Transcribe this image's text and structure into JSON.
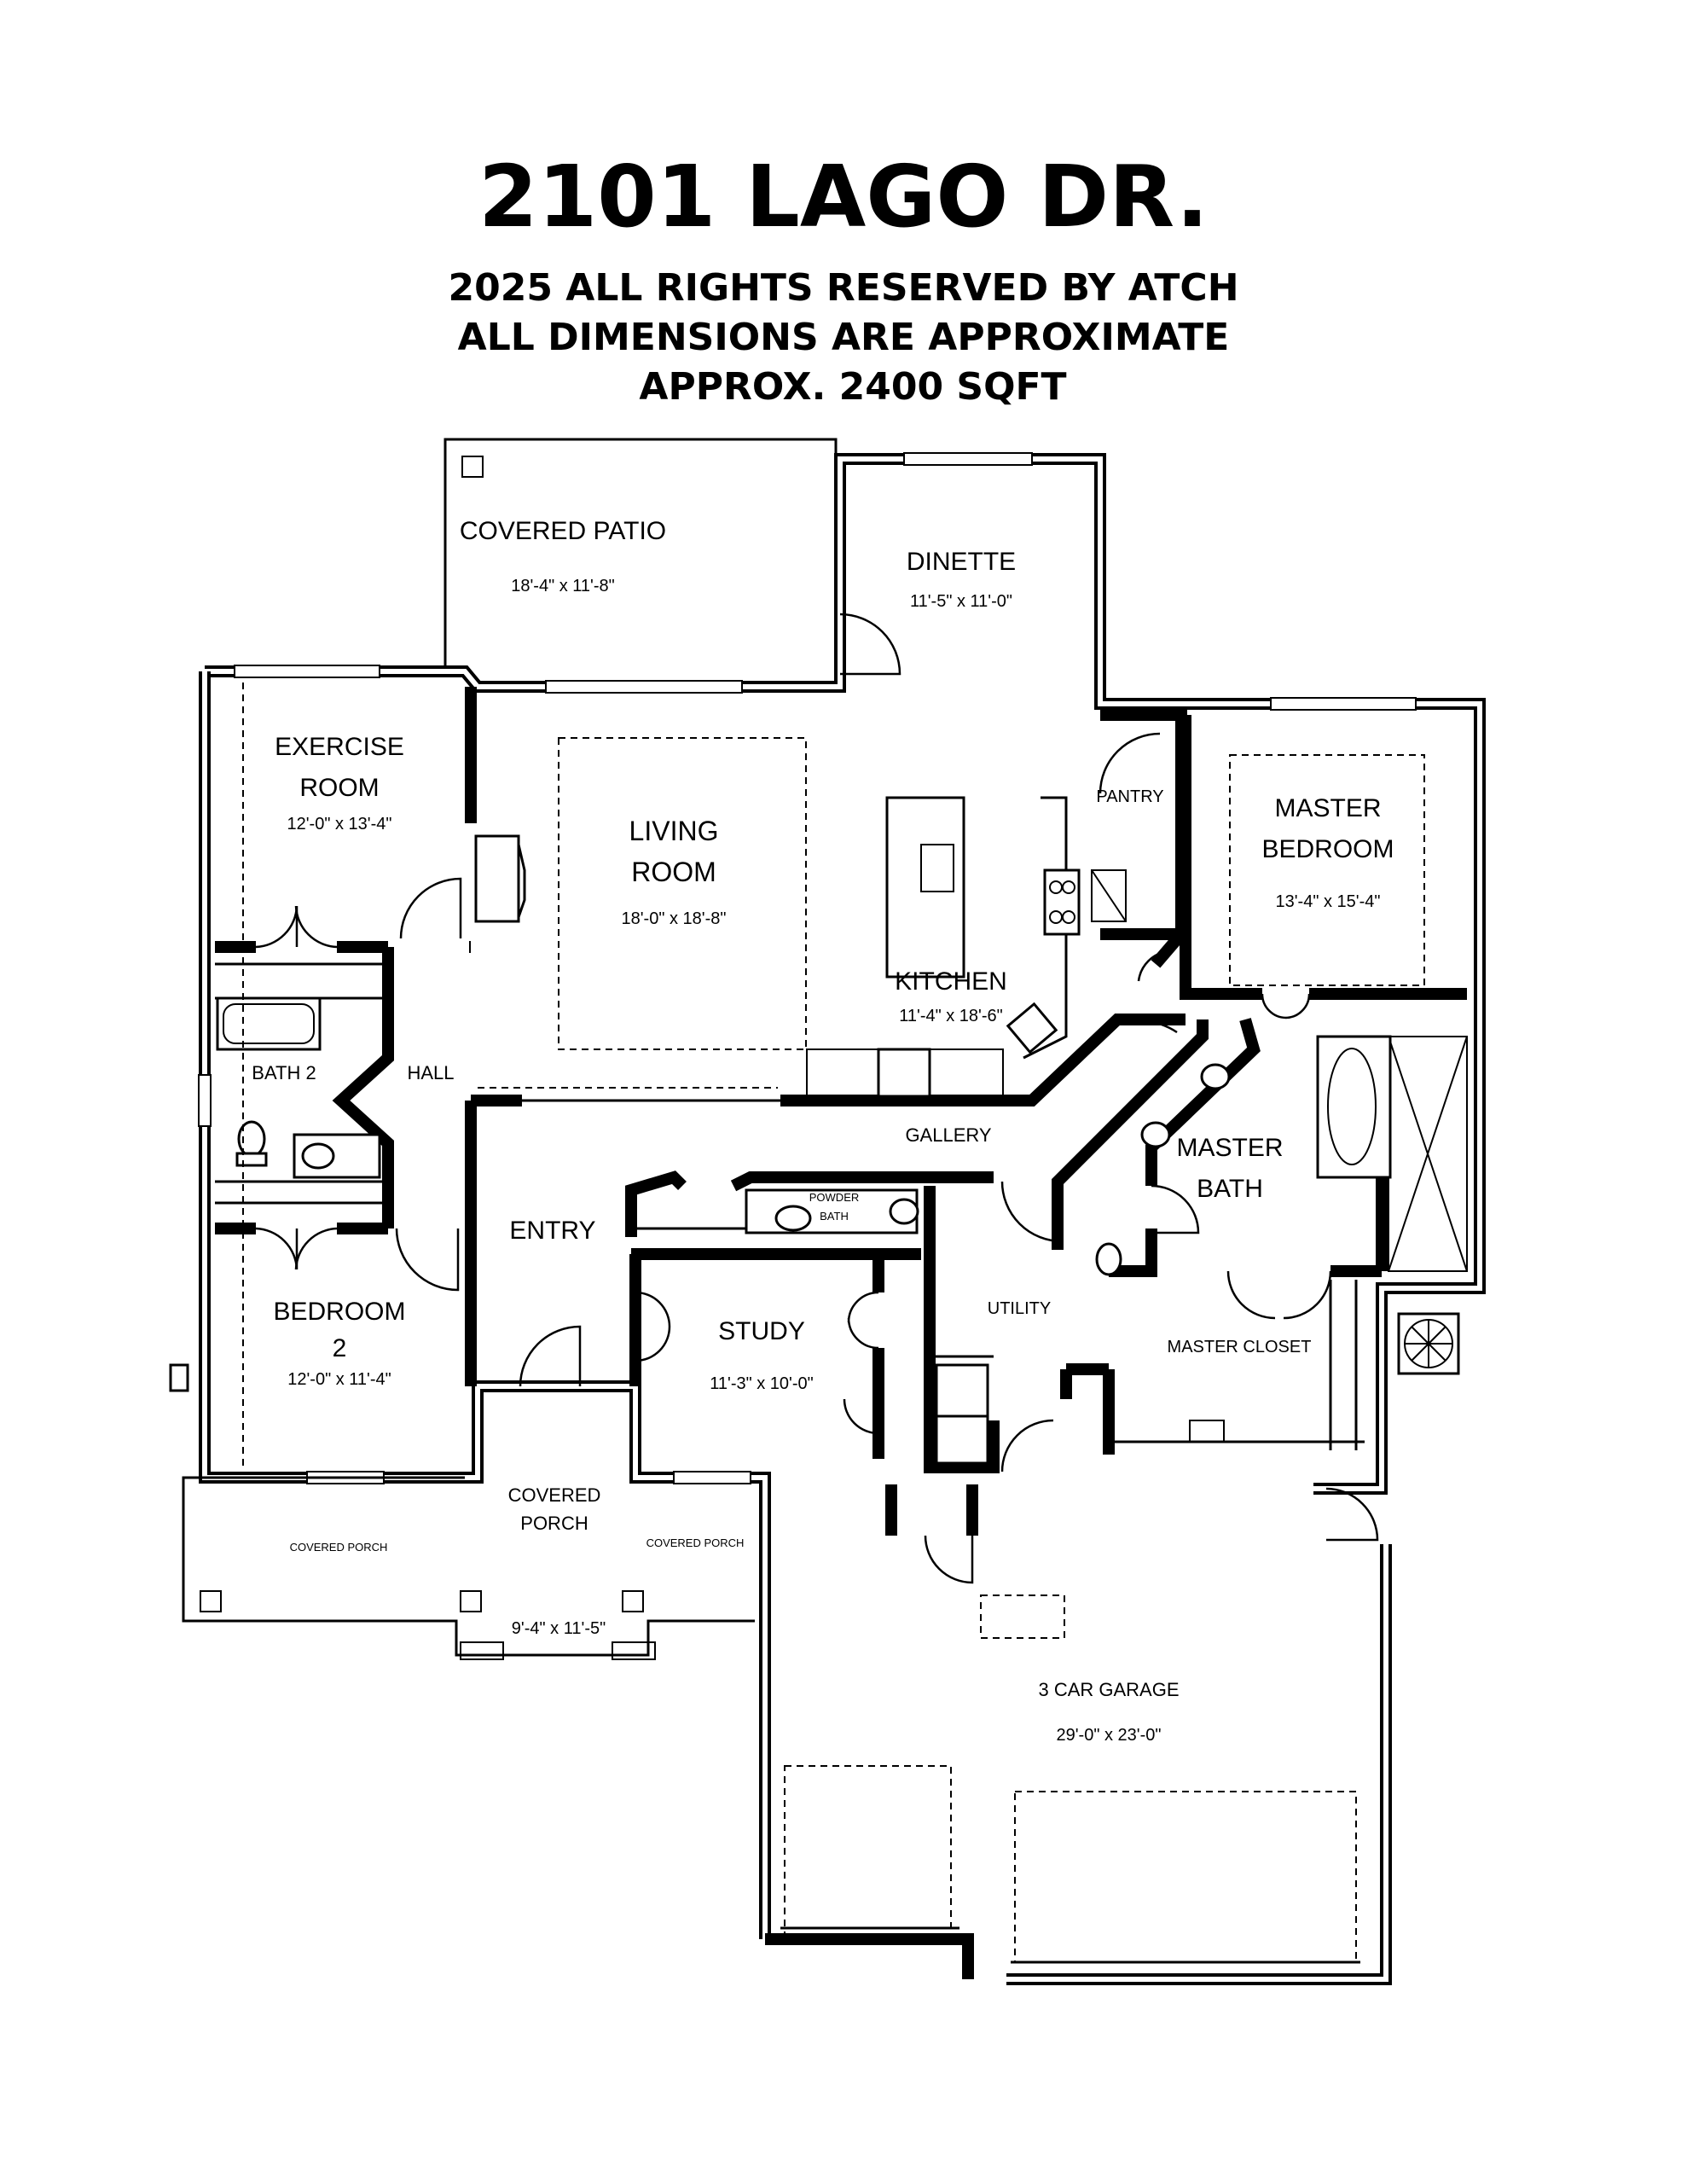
{
  "header": {
    "title": "2101 LAGO DR.",
    "line1": "2025 ALL RIGHTS RESERVED BY ATCH",
    "line2": "ALL DIMENSIONS ARE APPROXIMATE",
    "line3": "APPROX. 2400 SQFT"
  },
  "rooms": {
    "covered_patio": {
      "name": "COVERED PATIO",
      "dim": "18'-4\" x 11'-8\""
    },
    "dinette": {
      "name": "DINETTE",
      "dim": "11'-5\" x 11'-0\""
    },
    "exercise_room": {
      "name1": "EXERCISE",
      "name2": "ROOM",
      "dim": "12'-0\" x 13'-4\""
    },
    "living_room": {
      "name1": "LIVING",
      "name2": "ROOM",
      "dim": "18'-0\" x 18'-8\""
    },
    "pantry": {
      "name": "PANTRY"
    },
    "master_bedroom": {
      "name1": "MASTER",
      "name2": "BEDROOM",
      "dim": "13'-4\" x 15'-4\""
    },
    "kitchen": {
      "name": "KITCHEN",
      "dim": "11'-4\" x 18'-6\""
    },
    "bath2": {
      "name": "BATH 2"
    },
    "hall": {
      "name": "HALL"
    },
    "gallery": {
      "name": "GALLERY"
    },
    "master_bath": {
      "name1": "MASTER",
      "name2": "BATH"
    },
    "powder_bath": {
      "name1": "POWDER",
      "name2": "BATH"
    },
    "entry": {
      "name": "ENTRY"
    },
    "bedroom2": {
      "name1": "BEDROOM",
      "name2": "2",
      "dim": "12'-0\" x 11'-4\""
    },
    "study": {
      "name": "STUDY",
      "dim": "11'-3\" x 10'-0\""
    },
    "utility": {
      "name": "UTILITY"
    },
    "master_closet": {
      "name": "MASTER CLOSET"
    },
    "covered_porch_main": {
      "name1": "COVERED",
      "name2": "PORCH",
      "dim": "9'-4\" x 11'-5\""
    },
    "covered_porch_left": {
      "name": "COVERED PORCH"
    },
    "covered_porch_right": {
      "name": "COVERED PORCH"
    },
    "garage": {
      "name": "3 CAR GARAGE",
      "dim": "29'-0\" x 23'-0\""
    }
  }
}
